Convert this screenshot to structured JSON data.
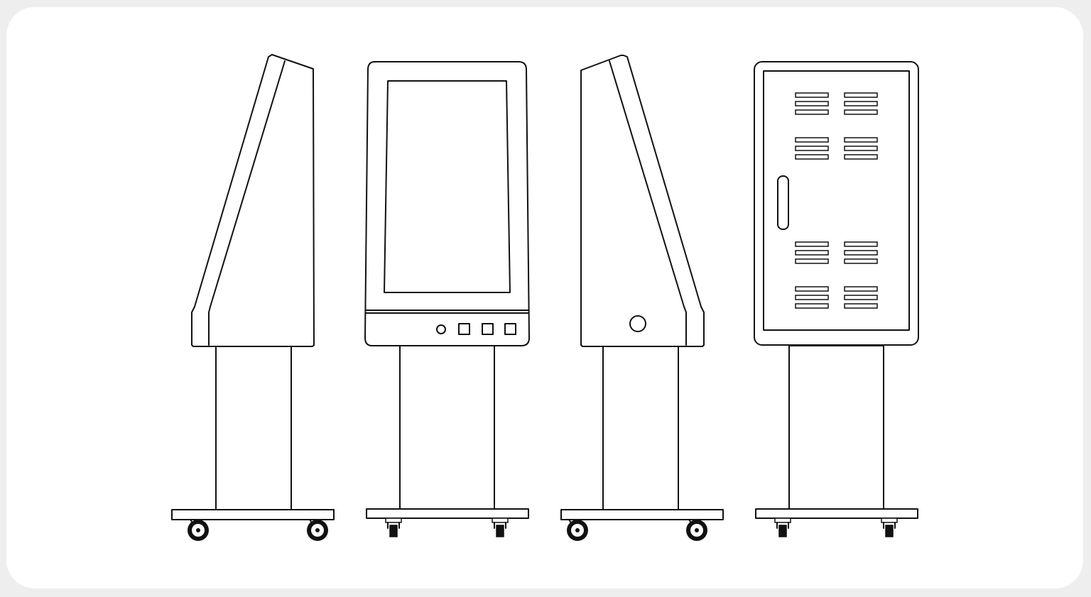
{
  "diagram": {
    "views": [
      {
        "view": "left-side",
        "caster_type": "large-wheel"
      },
      {
        "view": "front",
        "screen": "portrait",
        "control_buttons": 3,
        "indicator_lights": 1,
        "caster_type": "small-caster"
      },
      {
        "view": "right-side",
        "side_port": 1,
        "caster_type": "large-wheel"
      },
      {
        "view": "back",
        "vent_groups": 8,
        "vent_slats_per_group": 3,
        "door_handle": 1,
        "caster_type": "small-caster"
      }
    ],
    "colors": {
      "page_background": "#eeeeee",
      "card_background": "#ffffff",
      "stroke": "#111111"
    }
  }
}
